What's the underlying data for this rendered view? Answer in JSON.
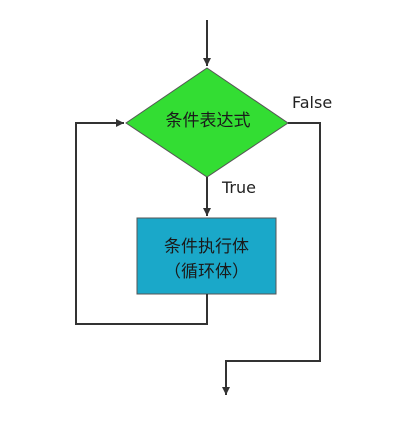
{
  "flowchart": {
    "condition": {
      "label": "条件表达式",
      "fill_color": "#33dd33"
    },
    "body": {
      "line1": "条件执行体",
      "line2": "（循环体）",
      "fill_color": "#1aa8c9"
    },
    "branch_labels": {
      "true_label": "True",
      "false_label": "False"
    },
    "line_color": "#333333"
  }
}
